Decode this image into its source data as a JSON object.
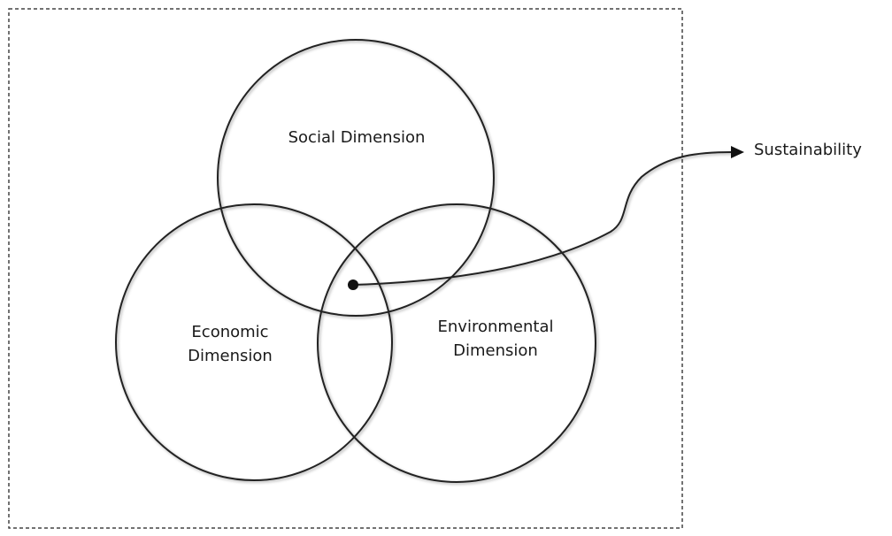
{
  "labels": {
    "social": "Social Dimension",
    "economic_1": "Economic",
    "economic_2": "Dimension",
    "environmental_1": "Environmental",
    "environmental_2": "Dimension",
    "sustainability": "Sustainability"
  },
  "colors": {
    "stroke": "#222222",
    "border": "#444444"
  }
}
